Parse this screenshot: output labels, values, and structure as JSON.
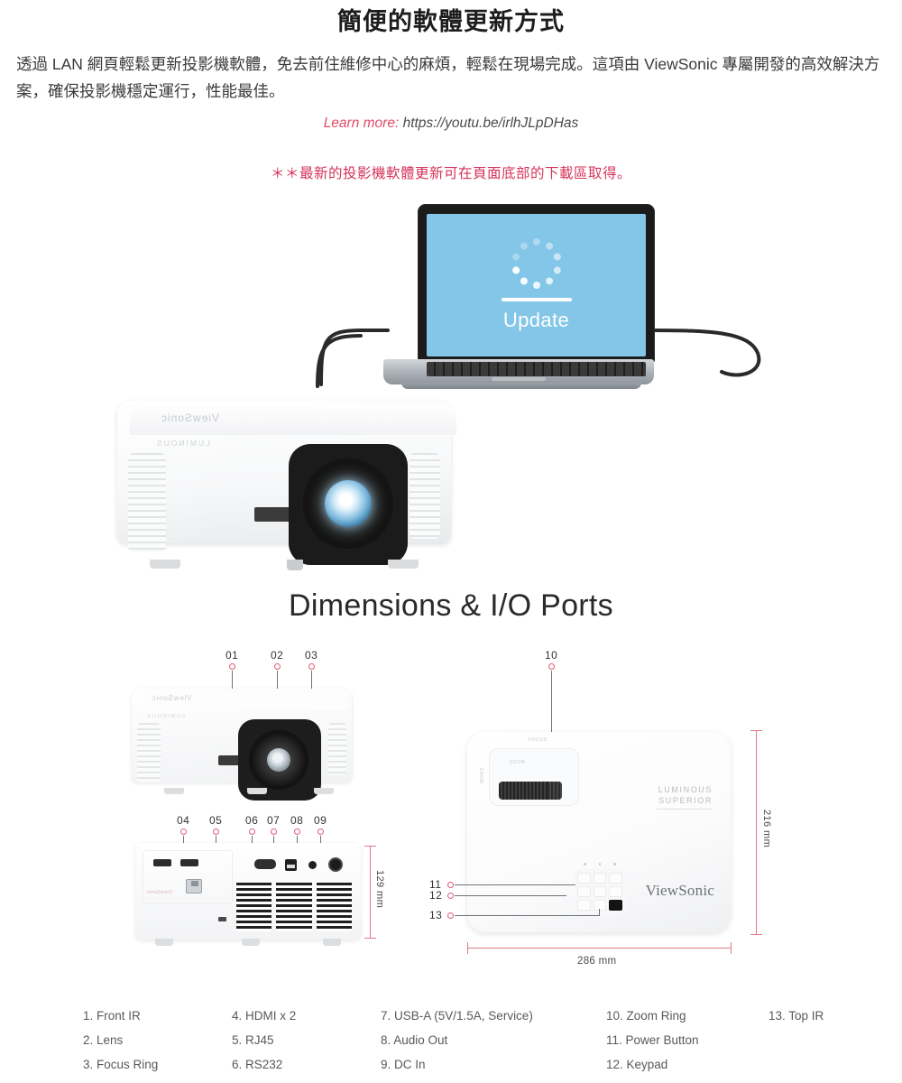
{
  "header": {
    "title": "簡便的軟體更新方式",
    "paragraph": "透過 LAN 網頁輕鬆更新投影機軟體，免去前住維修中心的麻煩，輕鬆在現場完成。這項由 ViewSonic 專屬開發的高效解決方案，確保投影機穩定運行，性能最佳。",
    "learn_more_label": "Learn more:",
    "learn_more_url": "https://youtu.be/irlhJLpDHas",
    "note": "＊＊最新的投影機軟體更新可在頁面底部的下載區取得。"
  },
  "hero": {
    "laptop_screen_label": "Update",
    "projector_brand": "ViewSonic",
    "projector_sub_brand": "LUMINOUS"
  },
  "dimensions": {
    "section_title": "Dimensions & I/O Ports",
    "callouts": {
      "front": [
        "01",
        "02",
        "03"
      ],
      "rear": [
        "04",
        "05",
        "06",
        "07",
        "08",
        "09"
      ],
      "top_zoom": "10",
      "top_side": [
        "11",
        "12",
        "13"
      ]
    },
    "measurements": {
      "rear_height": "129 mm",
      "top_height": "216 mm",
      "top_width": "286 mm"
    },
    "top_view_brand": "ViewSonic",
    "top_view_badge_line1": "LUMINOUS",
    "top_view_badge_line2": "SUPERIOR",
    "zoom_marking": "ZOOM",
    "focus_marking": "FOCUS"
  },
  "legend": {
    "items": [
      "1. Front IR",
      "2. Lens",
      "3. Focus Ring",
      "4. HDMI x 2",
      "5. RJ45",
      "6. RS232",
      "7. USB-A (5V/1.5A, Service)",
      "8. Audio Out",
      "9. DC In",
      "10. Zoom Ring",
      "11. Power Button",
      "12. Keypad",
      "13. Top IR"
    ]
  },
  "colors": {
    "accent_red": "#d6325a",
    "dimension_line": "#e0798c",
    "screen_blue": "#84c6e8"
  }
}
